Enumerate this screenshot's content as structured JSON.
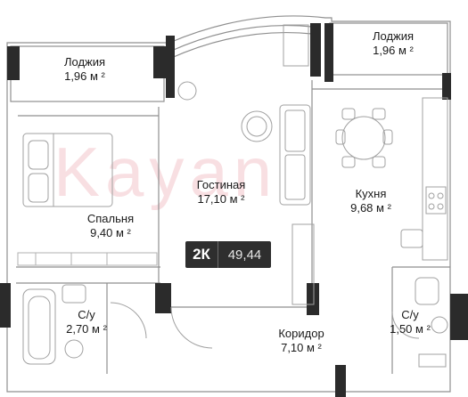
{
  "watermark": "Kayan",
  "badge": {
    "rooms": "2К",
    "total_area": "49,44"
  },
  "rooms": {
    "loggia_left": {
      "name": "Лоджия",
      "area": "1,96 м ²"
    },
    "loggia_right": {
      "name": "Лоджия",
      "area": "1,96 м ²"
    },
    "living": {
      "name": "Гостиная",
      "area": "17,10 м ²"
    },
    "bedroom": {
      "name": "Спальня",
      "area": "9,40 м ²"
    },
    "kitchen": {
      "name": "Кухня",
      "area": "9,68 м ²"
    },
    "bath_left": {
      "name": "С/у",
      "area": "2,70 м ²"
    },
    "bath_right": {
      "name": "С/у",
      "area": "1,50 м ²"
    },
    "corridor": {
      "name": "Коридор",
      "area": "7,10 м ²"
    }
  },
  "colors": {
    "wall": "#2b2b2b",
    "floor": "#ffffff",
    "line": "#9a9a9a",
    "badge": "#2e2e2e"
  }
}
